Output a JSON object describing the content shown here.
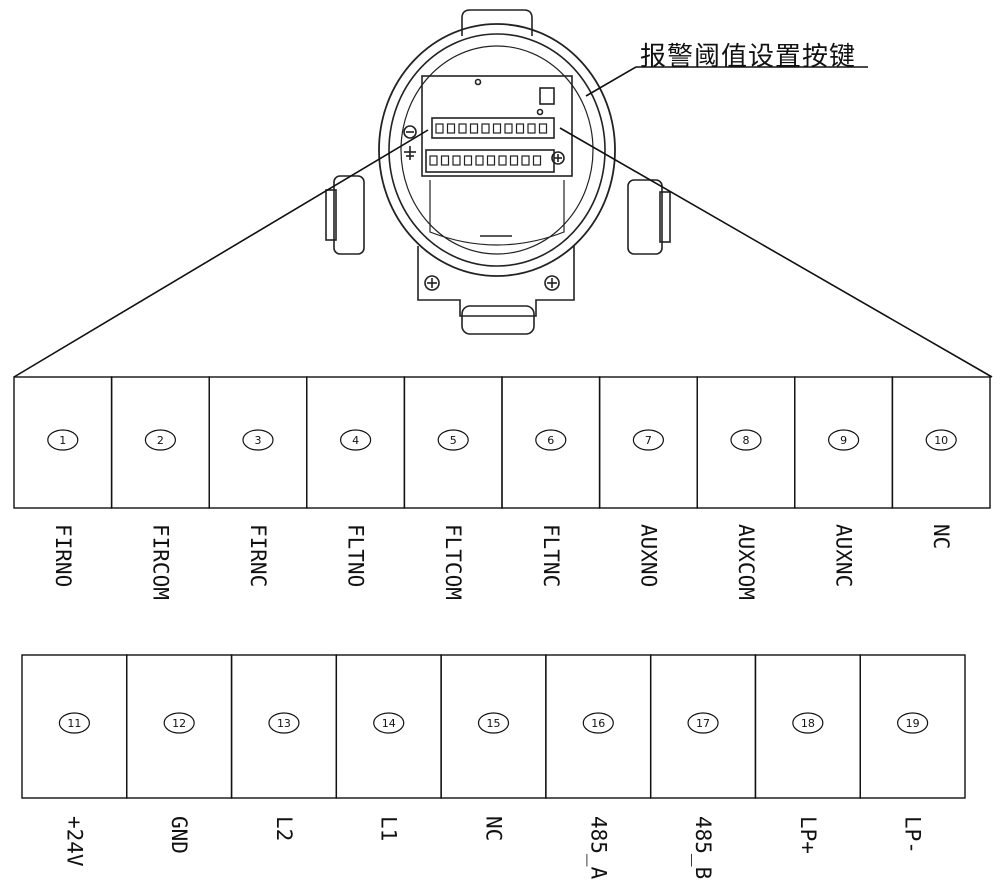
{
  "callout_label": "报警阈值设置按键",
  "top_row": [
    {
      "num": "1",
      "label": "FIRNO"
    },
    {
      "num": "2",
      "label": "FIRCOM"
    },
    {
      "num": "3",
      "label": "FIRNC"
    },
    {
      "num": "4",
      "label": "FLTNO"
    },
    {
      "num": "5",
      "label": "FLTCOM"
    },
    {
      "num": "6",
      "label": "FLTNC"
    },
    {
      "num": "7",
      "label": "AUXNO"
    },
    {
      "num": "8",
      "label": "AUXCOM"
    },
    {
      "num": "9",
      "label": "AUXNC"
    },
    {
      "num": "10",
      "label": "NC"
    }
  ],
  "bottom_row": [
    {
      "num": "11",
      "label": "+24V"
    },
    {
      "num": "12",
      "label": "GND"
    },
    {
      "num": "13",
      "label": "L2"
    },
    {
      "num": "14",
      "label": "L1"
    },
    {
      "num": "15",
      "label": "NC"
    },
    {
      "num": "16",
      "label": "485_A"
    },
    {
      "num": "17",
      "label": "485_B"
    },
    {
      "num": "18",
      "label": "LP+"
    },
    {
      "num": "19",
      "label": "LP-"
    }
  ]
}
